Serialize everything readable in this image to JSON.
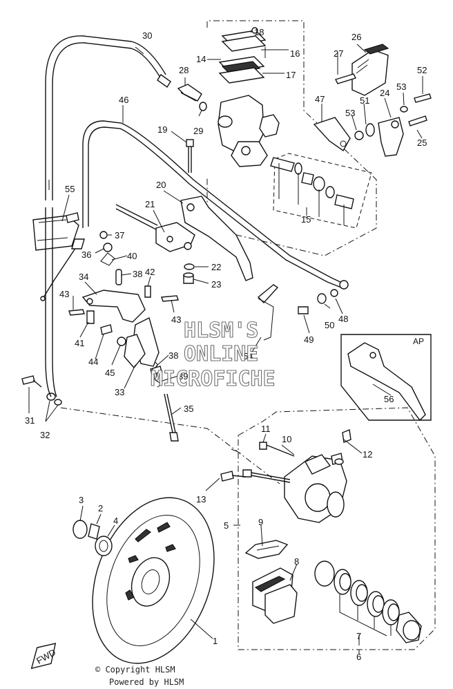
{
  "callouts": {
    "c1": "1",
    "c2": "2",
    "c3": "3",
    "c4": "4",
    "c5": "5",
    "c6": "6",
    "c7": "7",
    "c8": "8",
    "c9": "9",
    "c10": "10",
    "c11": "11",
    "c12": "12",
    "c13": "13",
    "c14": "14",
    "c15": "15",
    "c16": "16",
    "c17": "17",
    "c18": "18",
    "c19": "19",
    "c20": "20",
    "c21": "21",
    "c22": "22",
    "c23": "23",
    "c24": "24",
    "c25": "25",
    "c26": "26",
    "c27": "27",
    "c28": "28",
    "c29": "29",
    "c30": "30",
    "c31": "31",
    "c32": "32",
    "c33": "33",
    "c34": "34",
    "c35": "35",
    "c36": "36",
    "c37": "37",
    "c38a": "38",
    "c38b": "38",
    "c39": "39",
    "c40": "40",
    "c41": "41",
    "c42": "42",
    "c43a": "43",
    "c43b": "43",
    "c44": "44",
    "c45": "45",
    "c46": "46",
    "c47": "47",
    "c48": "48",
    "c49": "49",
    "c50": "50",
    "c51": "51",
    "c52": "52",
    "c53a": "53",
    "c53b": "53",
    "c54": "54",
    "c55": "55",
    "c56": "56"
  },
  "inset_label": "AP",
  "fwd_label": "FWD",
  "watermark": {
    "line1": "HLSM'S",
    "line2": "ONLINE",
    "line3": "MICROFICHE"
  },
  "footer": {
    "copyright": "© Copyright HLSM",
    "powered": "Powered by HLSM"
  }
}
